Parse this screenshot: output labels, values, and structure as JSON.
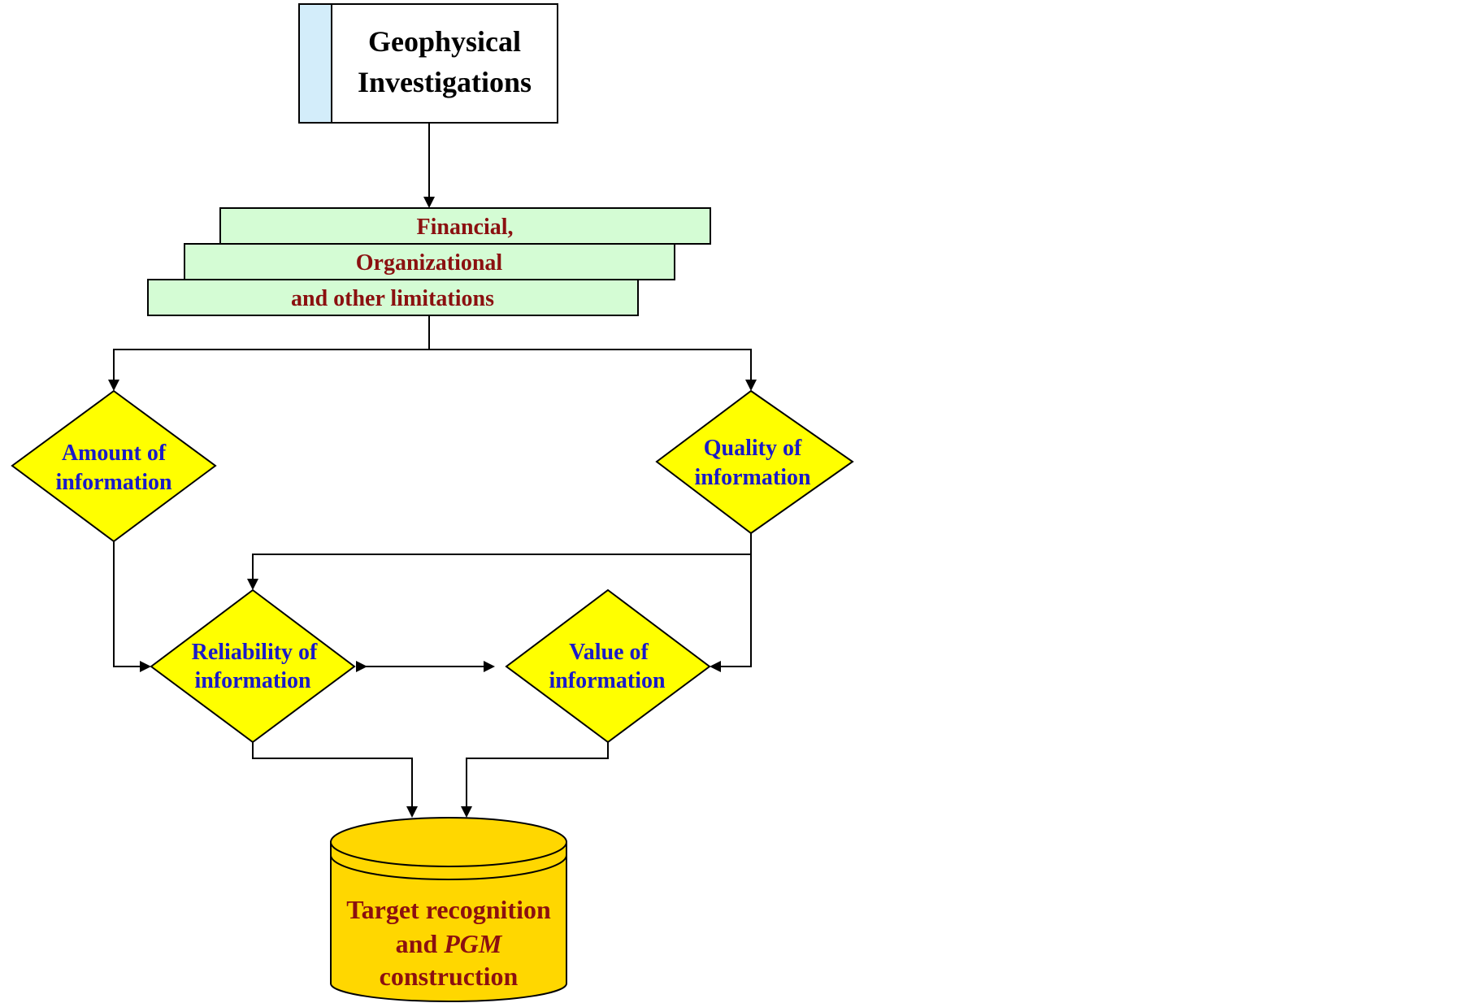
{
  "colors": {
    "stroke": "#000000",
    "start_tab": "#d3edfa",
    "start_fill": "#ffffff",
    "limits_fill": "#d4fcd4",
    "limits_text": "#8b1010",
    "decision_fill": "#ffff00",
    "decision_text": "#1a1ac8",
    "cylinder_fill": "#ffd700",
    "cylinder_text": "#8b1010"
  },
  "start": {
    "line1": "Geophysical",
    "line2": "Investigations"
  },
  "limitations": {
    "line1": "Financial,",
    "line2": "Organizational",
    "line3": "and other limitations"
  },
  "decisions": {
    "amount": {
      "line1": "Amount of",
      "line2": "information"
    },
    "quality": {
      "line1": "Quality of",
      "line2": "information"
    },
    "reliability": {
      "line1": "Reliability of",
      "line2": "information"
    },
    "value": {
      "line1": "Value of",
      "line2": "information"
    }
  },
  "target": {
    "line1": "Target recognition",
    "line2_plain": "and ",
    "line2_italic": "PGM",
    "line3": "construction"
  }
}
